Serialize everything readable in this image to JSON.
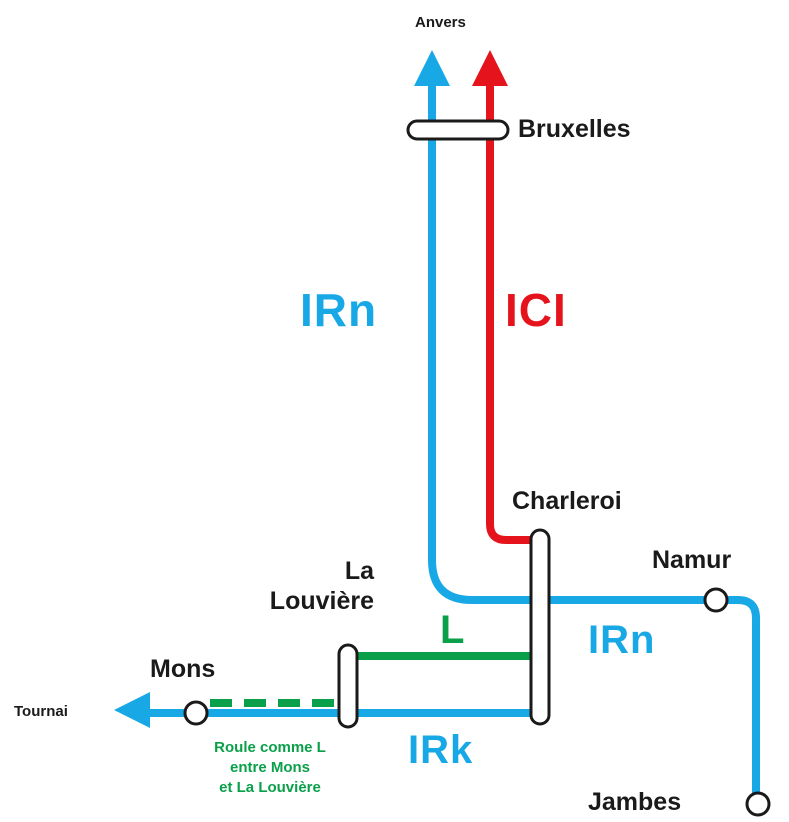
{
  "colors": {
    "irn": "#19a8e6",
    "ici": "#e5141c",
    "l": "#0aa04a",
    "irk": "#19a8e6",
    "station_outline": "#1a1a1a",
    "text": "#1a1a1a"
  },
  "lines": {
    "irn_top": "IRn",
    "ici": "ICI",
    "irn_bottom": "IRn",
    "l": "L",
    "irk": "IRk"
  },
  "stations": {
    "anvers": "Anvers",
    "bruxelles": "Bruxelles",
    "charleroi": "Charleroi",
    "namur": "Namur",
    "la_louviere": "La\nLouvière",
    "mons": "Mons",
    "tournai": "Tournai",
    "jambes": "Jambes"
  },
  "note": {
    "line1": "Roule comme L",
    "line2": "entre Mons",
    "line3": "et La Louvière"
  },
  "icons": [
    "arrow-up-icon",
    "arrow-left-icon",
    "station-circle-icon",
    "station-bar-icon"
  ]
}
